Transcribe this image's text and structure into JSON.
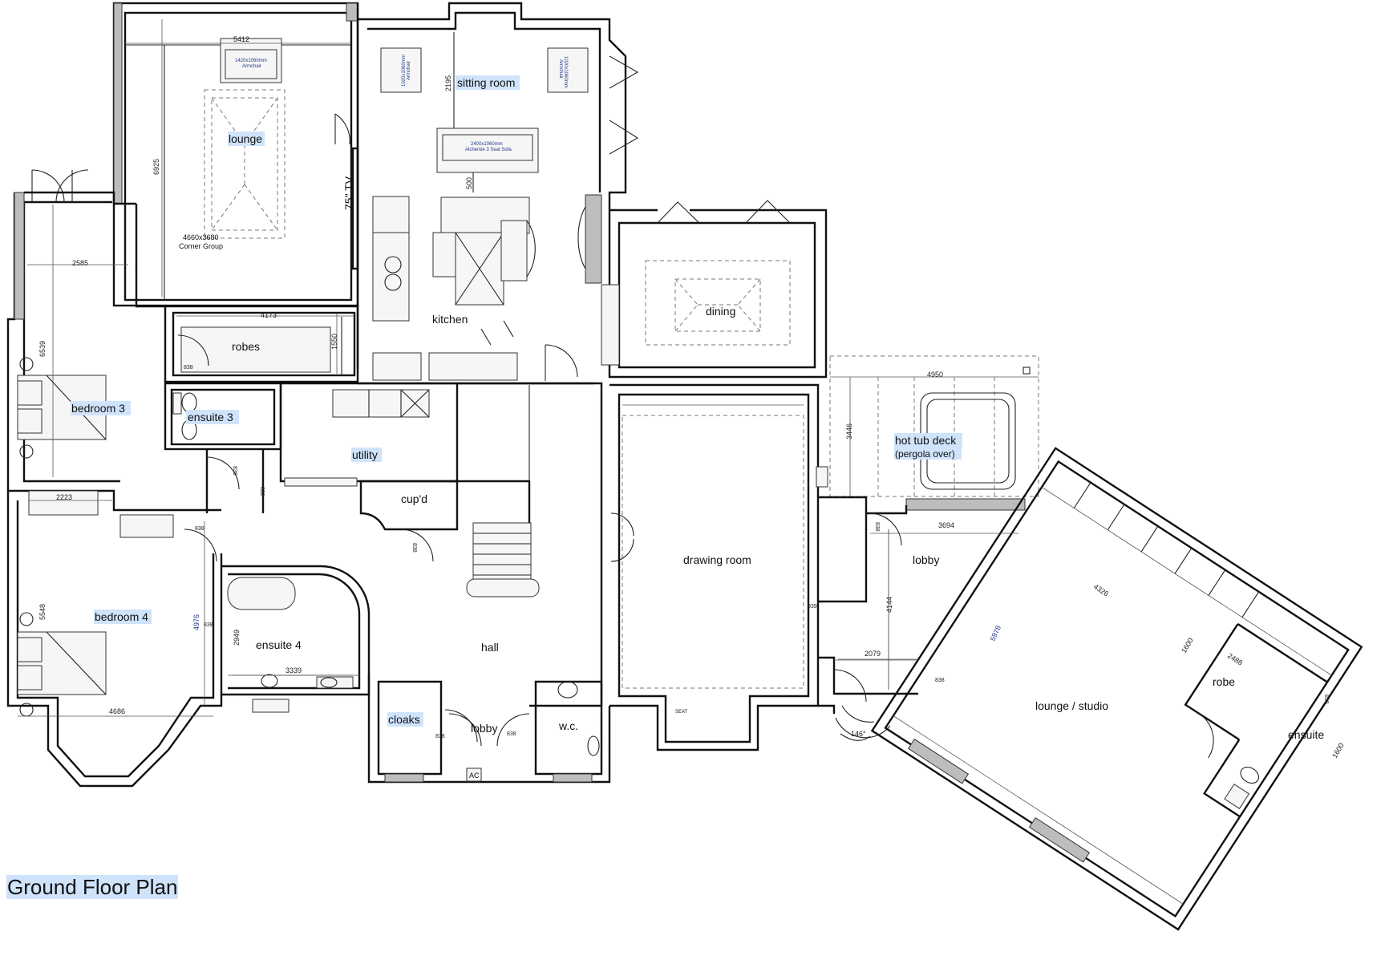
{
  "title": "Ground Floor Plan",
  "rooms": {
    "lounge": "lounge",
    "sitting_room": "sitting room",
    "kitchen": "kitchen",
    "dining": "dining",
    "robes": "robes",
    "bedroom3": "bedroom 3",
    "ensuite3": "ensuite 3",
    "utility": "utility",
    "cupd": "cup'd",
    "hot_tub_deck": "hot tub deck",
    "pergola_over": "(pergola over)",
    "drawing_room": "drawing room",
    "lobby_east": "lobby",
    "bedroom4": "bedroom 4",
    "ensuite4": "ensuite 4",
    "hall": "hall",
    "cloaks": "cloaks",
    "lobby_entry": "lobby",
    "wc": "w.c.",
    "lounge_studio": "lounge / studio",
    "robe": "robe",
    "ensuite": "ensuite"
  },
  "labels": {
    "tv": "75\" TV",
    "corner_group_size": "4660x3680",
    "corner_group": "Corner Group",
    "armchair_size": "1420x1060mm",
    "armchair": "Armchair",
    "sitting_armchair_size": "1020x1060mm",
    "sitting_armchair": "Armchair",
    "sofa_size": "2400x1060mm",
    "sofa": "Alchemie 3 Seat Sofa",
    "seat": "SEAT",
    "ac": "AC",
    "angle": "146°"
  },
  "dimensions": {
    "d5412": "5412",
    "d6925": "6925",
    "d2195": "2195",
    "d500": "500",
    "d2585": "2585",
    "d6539": "6539",
    "d4173": "4173",
    "d1550": "1550",
    "d838_robes": "838",
    "d838_e3": "838",
    "d838_hall": "838",
    "d838_b4": "838",
    "d838_cupd": "838",
    "d4950": "4950",
    "d3446": "3446",
    "d838_lobby": "838",
    "d3694": "3694",
    "d2223": "2223",
    "d5548": "5548",
    "d4976": "4976",
    "d838_e4": "838",
    "d2949": "2949",
    "d3339": "3339",
    "d4686": "4686",
    "d4144": "4144",
    "d839": "839",
    "d2079": "2079",
    "d838_studio": "838",
    "d5978": "5978",
    "d4326": "4326",
    "d1600": "1600",
    "d2488": "2488",
    "d1600b": "1600",
    "d838_cloaks": "838",
    "d838_wc": "838",
    "d838_ens": "838"
  }
}
